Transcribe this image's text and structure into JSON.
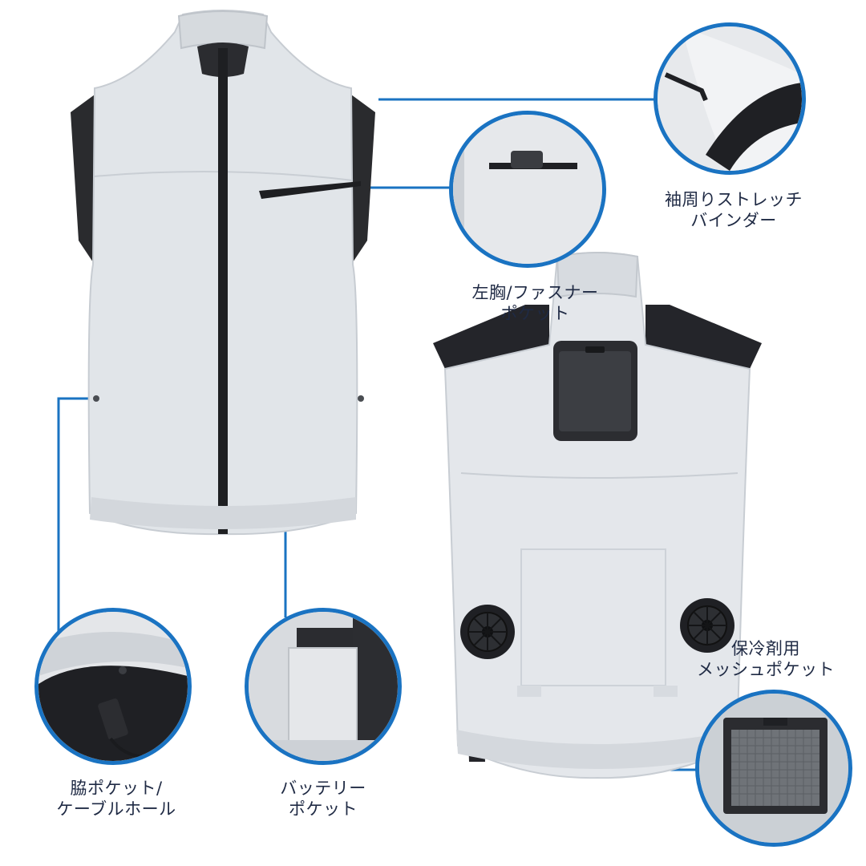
{
  "callouts": {
    "sleeve_binder": {
      "line1": "袖周りストレッチ",
      "line2": "バインダー"
    },
    "chest_pocket": {
      "line1": "左胸/ファスナー",
      "line2": "ポケット"
    },
    "side_pocket": {
      "line1": "脇ポケット/",
      "line2": "ケーブルホール"
    },
    "battery_pocket": {
      "line1": "バッテリー",
      "line2": "ポケット"
    },
    "mesh_pocket": {
      "line1": "保冷剤用",
      "line2": "メッシュポケット"
    }
  },
  "colors": {
    "accent": "#1a73c2",
    "fabric": "#e3e6ea",
    "trim": "#1c1c1f",
    "label_text": "#1f2a44"
  },
  "icons": [
    "fan-icon",
    "battery-holder-icon"
  ]
}
